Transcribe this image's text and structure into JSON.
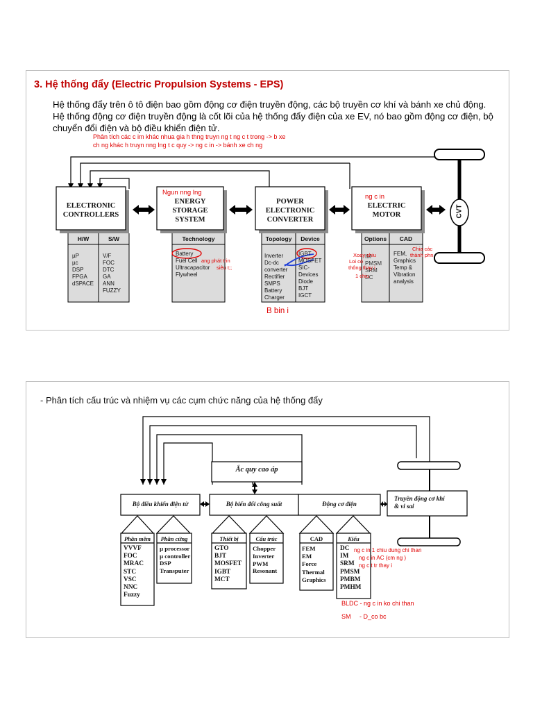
{
  "slide1": {
    "title": "3. Hệ thống đẩy (Electric Propulsion Systems - EPS)",
    "paragraph": "Hệ thống đẩy trên ô tô điện bao gồm động cơ điện truyền động, các bộ truyền cơ khí và bánh xe chủ động. Hệ thống động cơ điện truyền động là cốt lõi của hệ thống đẩy điện của xe EV, nó bao gồm động cơ điện, bộ chuyển đổi điện và bộ điều khiển điện tử.",
    "note_line1": "Phân tích các c im khác nhua gia h thng truyn ng t ng c t trong -> b xe",
    "note_line2": "ch ng  khác h truyn nng lng t c quy -> ng c in -> bánh xe ch ng",
    "blocks": {
      "controllers": "ELECTRONIC\nCONTROLLERS",
      "energy": "ENERGY\nSTORAGE\nSYSTEM",
      "converter": "POWER\nELECTRONIC\nCONVERTER",
      "motor": "ELECTRIC\nMOTOR",
      "cvt": "CVT"
    },
    "tabs": {
      "hw": "H/W",
      "sw": "S/W",
      "technology": "Technology",
      "topology": "Topology",
      "device": "Device",
      "options": "Options",
      "cad": "CAD"
    },
    "lists": {
      "hw": "µP\nµc\nDSP\nFPGA\ndSPACE",
      "sw": "V/F\nFOC\nDTC\nGA\nANN\nFUZZY",
      "technology": "Battery\nFuel Cell\nUltracapacitor\nFlywheel",
      "topology": "Inverter\nDc-dc\nconverter\nRectifier\nSMPS\nBattery\nCharger",
      "device": "IGBT\nMOSFET\nSIC-\nDevices\nDiode\nBJT\nIGCT",
      "options": "IM\nPMSM\nSRM\nDC",
      "cad": "FEM,\nGraphics\nTemp &\nVibration\nanalysis"
    },
    "annotations": {
      "energy_source": "Ngun nng lng",
      "motor": "ng c in",
      "fuelcell": "ang phát trin",
      "ultracap": "siêu t;;",
      "xoay": "Xoay chiu",
      "loai": "Loi có",
      "thong": "thông thay i",
      "chieu": "1 chiu",
      "chia": "Chia các",
      "thanh": "thành phn",
      "converter": "B bin i"
    }
  },
  "slide2": {
    "heading": "- Phân tích cấu trúc và nhiệm vụ các cụm chức năng của hệ thống đẩy",
    "blocks": {
      "battery": "Ắc quy cao áp",
      "controller": "Bộ điều khiển điện tử",
      "converter": "Bộ biến đổi công suất",
      "motor": "Động cơ điện",
      "transmission": "Truyền động cơ khí\n& vi sai"
    },
    "tabs": {
      "software": "Phần mềm",
      "hardware": "Phần cứng",
      "device": "Thiết bị",
      "structure": "Cấu trúc",
      "cad": "CAD",
      "type": "Kiểu"
    },
    "lists": {
      "software": "VVVF\nFOC\nMRAC\nSTC\nVSC\nNNC\nFuzzy",
      "hardware": "µ processor\nµ controller\nDSP\nTransputer",
      "device": "GTO\nBJT\nMOSFET\nIGBT\nMCT",
      "structure": "Chopper\nInverter\nPWM\nResonant",
      "cad": "FEM\nEM\nForce\nThermal\nGraphics",
      "type": "DC\nIM\nSRM\nPMSM\nPMBM\nPMHM"
    },
    "annotations": {
      "dc": "ng c in 1 chiu dung chi than",
      "im": "ng c in AC (cm ng )",
      "srm": "ng c t tr thay i",
      "bldc": "BLDC - ng c in ko chi than",
      "sm": "SM     - D_co bc"
    }
  }
}
